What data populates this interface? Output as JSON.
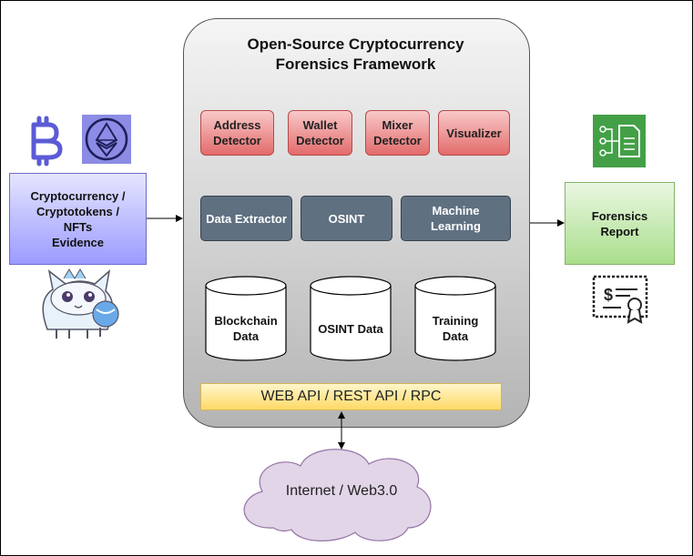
{
  "framework": {
    "title": "Open-Source Cryptocurrency\nForensics Framework"
  },
  "detectors": [
    {
      "label": "Address\nDetector"
    },
    {
      "label": "Wallet\nDetector"
    },
    {
      "label": "Mixer\nDetector"
    },
    {
      "label": "Visualizer"
    }
  ],
  "processors": [
    {
      "label": "Data Extractor"
    },
    {
      "label": "OSINT"
    },
    {
      "label": "Machine\nLearning"
    }
  ],
  "databases": [
    {
      "label": "Blockchain\nData"
    },
    {
      "label": "OSINT Data"
    },
    {
      "label": "Training\nData"
    }
  ],
  "api": {
    "label": "WEB API / REST API / RPC"
  },
  "evidence": {
    "label": "Cryptocurrency /\nCryptotokens /\nNFTs\nEvidence"
  },
  "report": {
    "label": "Forensics\nReport"
  },
  "cloud": {
    "label": "Internet / Web3.0"
  },
  "icons": [
    "bitcoin-icon",
    "ethereum-icon",
    "cryptokitty-icon",
    "document-icon",
    "certificate-icon"
  ],
  "colors": {
    "detector": "#e36b6b",
    "processor": "#5f7081",
    "evidence": "#9b9bff",
    "report": "#a9de8c",
    "api": "#ffd966",
    "cloud": "#e1d5e7"
  }
}
